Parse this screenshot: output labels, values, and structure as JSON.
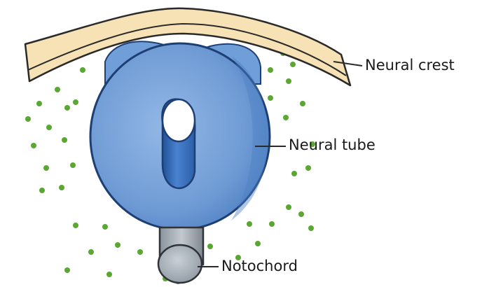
{
  "labels": {
    "neural_crest": "Neural crest",
    "neural_tube": "Neural tube",
    "notochord": "Notochord"
  },
  "colors": {
    "neural_crest_fill": "#f6dfb0",
    "neural_crest_stroke": "#2a2a2a",
    "neural_tube_light": "#7fa8dc",
    "neural_tube_dark": "#3c6fb8",
    "neural_tube_stroke": "#1e3f73",
    "notochord_fill": "#a9b2bb",
    "notochord_stroke": "#2f3338",
    "mesenchyme_dots": "#5aa832",
    "background": "#ffffff"
  }
}
